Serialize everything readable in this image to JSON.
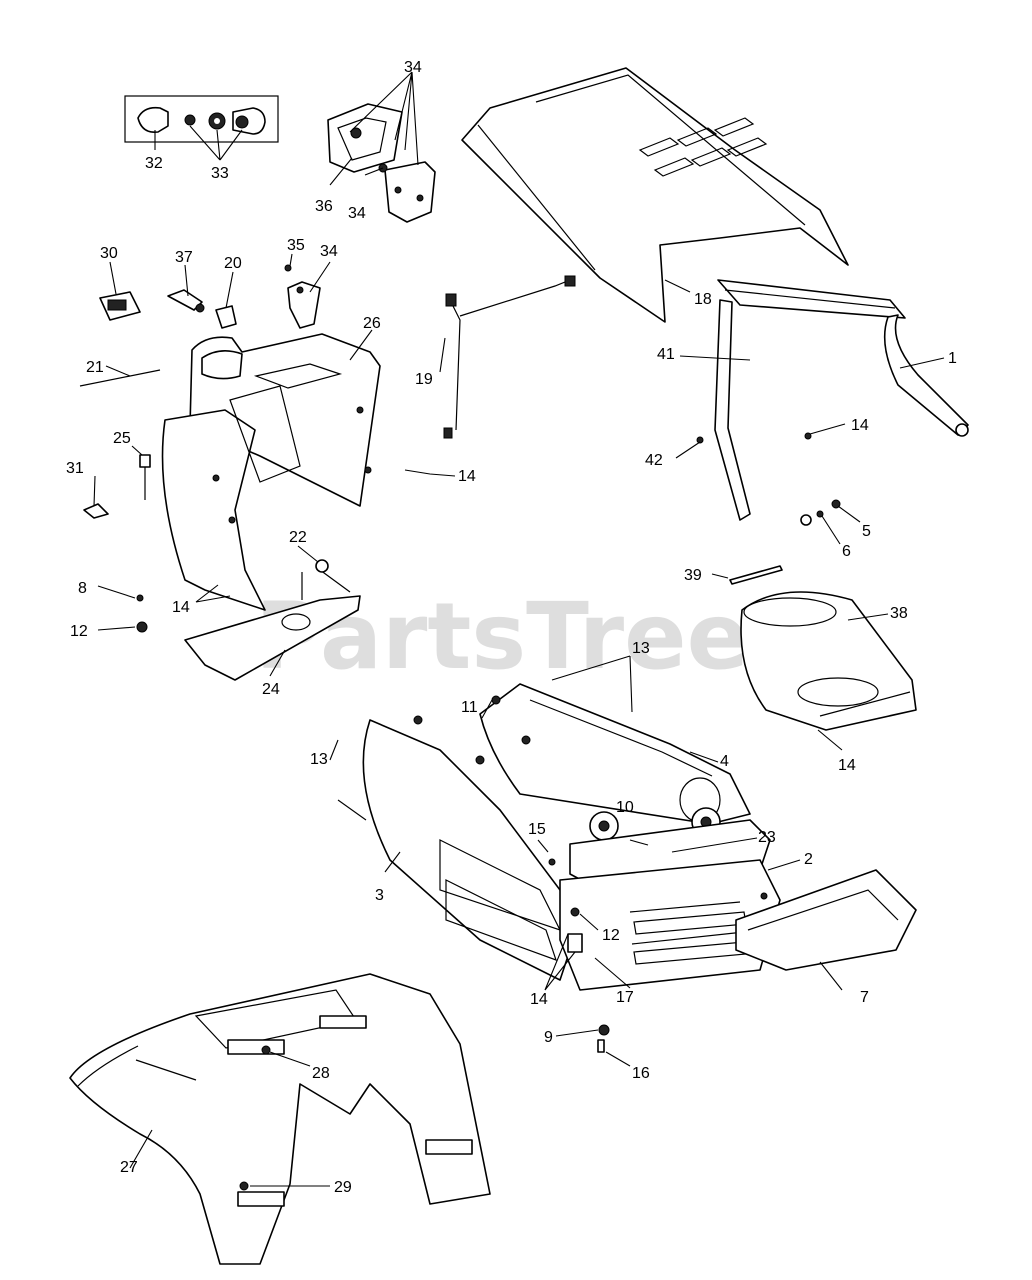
{
  "watermark": "PartsTree",
  "colors": {
    "line": "#000000",
    "background": "#ffffff",
    "watermark": "#c8c8c8"
  },
  "callouts": [
    {
      "id": "c34a",
      "text": "34"
    },
    {
      "id": "c32",
      "text": "32"
    },
    {
      "id": "c33",
      "text": "33"
    },
    {
      "id": "c36",
      "text": "36"
    },
    {
      "id": "c34b",
      "text": "34"
    },
    {
      "id": "c18",
      "text": "18"
    },
    {
      "id": "c30",
      "text": "30"
    },
    {
      "id": "c37",
      "text": "37"
    },
    {
      "id": "c20",
      "text": "20"
    },
    {
      "id": "c35",
      "text": "35"
    },
    {
      "id": "c34c",
      "text": "34"
    },
    {
      "id": "c26",
      "text": "26"
    },
    {
      "id": "c21",
      "text": "21"
    },
    {
      "id": "c19",
      "text": "19"
    },
    {
      "id": "c41",
      "text": "41"
    },
    {
      "id": "c1",
      "text": "1"
    },
    {
      "id": "c25",
      "text": "25"
    },
    {
      "id": "c14a",
      "text": "14"
    },
    {
      "id": "c14b",
      "text": "14"
    },
    {
      "id": "c42",
      "text": "42"
    },
    {
      "id": "c31",
      "text": "31"
    },
    {
      "id": "c5",
      "text": "5"
    },
    {
      "id": "c6",
      "text": "6"
    },
    {
      "id": "c22",
      "text": "22"
    },
    {
      "id": "c8",
      "text": "8"
    },
    {
      "id": "c39",
      "text": "39"
    },
    {
      "id": "c14c",
      "text": "14"
    },
    {
      "id": "c38",
      "text": "38"
    },
    {
      "id": "c12a",
      "text": "12"
    },
    {
      "id": "c24",
      "text": "24"
    },
    {
      "id": "c13a",
      "text": "13"
    },
    {
      "id": "c11",
      "text": "11"
    },
    {
      "id": "c4",
      "text": "4"
    },
    {
      "id": "c13b",
      "text": "13"
    },
    {
      "id": "c14d",
      "text": "14"
    },
    {
      "id": "c10",
      "text": "10"
    },
    {
      "id": "c23",
      "text": "23"
    },
    {
      "id": "c15",
      "text": "15"
    },
    {
      "id": "c2",
      "text": "2"
    },
    {
      "id": "c3",
      "text": "3"
    },
    {
      "id": "c12b",
      "text": "12"
    },
    {
      "id": "c14e",
      "text": "14"
    },
    {
      "id": "c17",
      "text": "17"
    },
    {
      "id": "c7",
      "text": "7"
    },
    {
      "id": "c9",
      "text": "9"
    },
    {
      "id": "c16",
      "text": "16"
    },
    {
      "id": "c28",
      "text": "28"
    },
    {
      "id": "c27",
      "text": "27"
    },
    {
      "id": "c29",
      "text": "29"
    }
  ]
}
